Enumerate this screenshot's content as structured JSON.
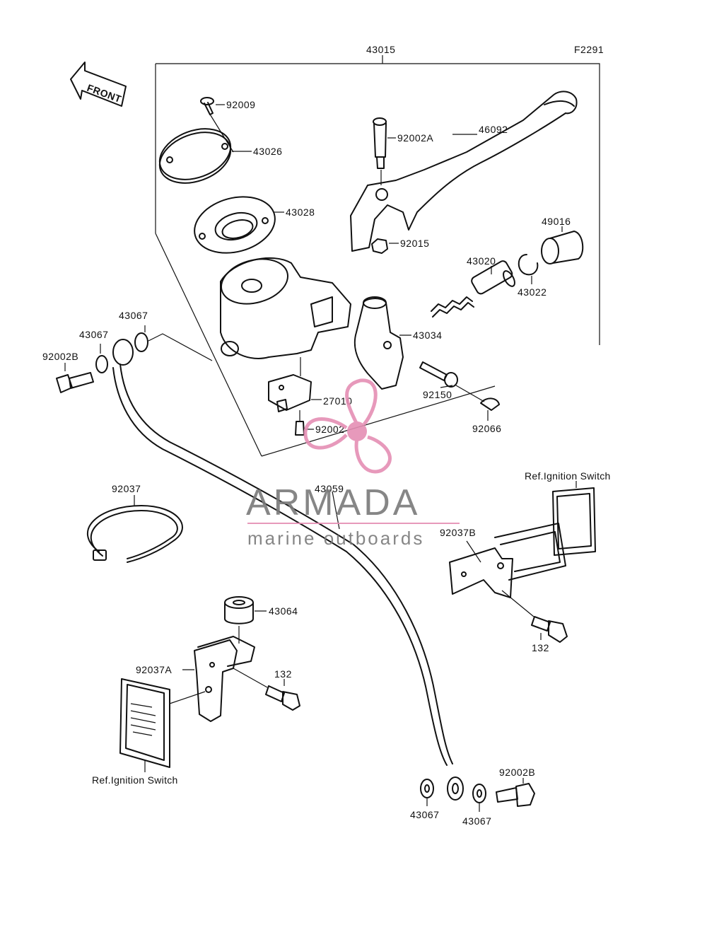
{
  "figure_code": "F2291",
  "front_label": "FRONT",
  "assembly_number": "43015",
  "parts": {
    "p92009": "92009",
    "p43026": "43026",
    "p43028": "43028",
    "p92002A": "92002A",
    "p46092": "46092",
    "p92015": "92015",
    "p49016": "49016",
    "p43020": "43020",
    "p43022": "43022",
    "p43034": "43034",
    "p43067_a": "43067",
    "p43067_b": "43067",
    "p92002B_a": "92002B",
    "p27010": "27010",
    "p92150": "92150",
    "p92002": "92002",
    "p92066": "92066",
    "p92037": "92037",
    "p43059": "43059",
    "p92037B": "92037B",
    "p43064": "43064",
    "p92037A": "92037A",
    "p132_a": "132",
    "p132_b": "132",
    "p43067_c": "43067",
    "p43067_d": "43067",
    "p92002B_b": "92002B"
  },
  "ref_ignition_top": "Ref.Ignition Switch",
  "ref_ignition_bottom": "Ref.Ignition Switch",
  "watermark": {
    "brand": "ARMADA",
    "tagline": "marine outboards",
    "brand_color": "#7a7a7a",
    "accent_color": "#e58fb4"
  }
}
